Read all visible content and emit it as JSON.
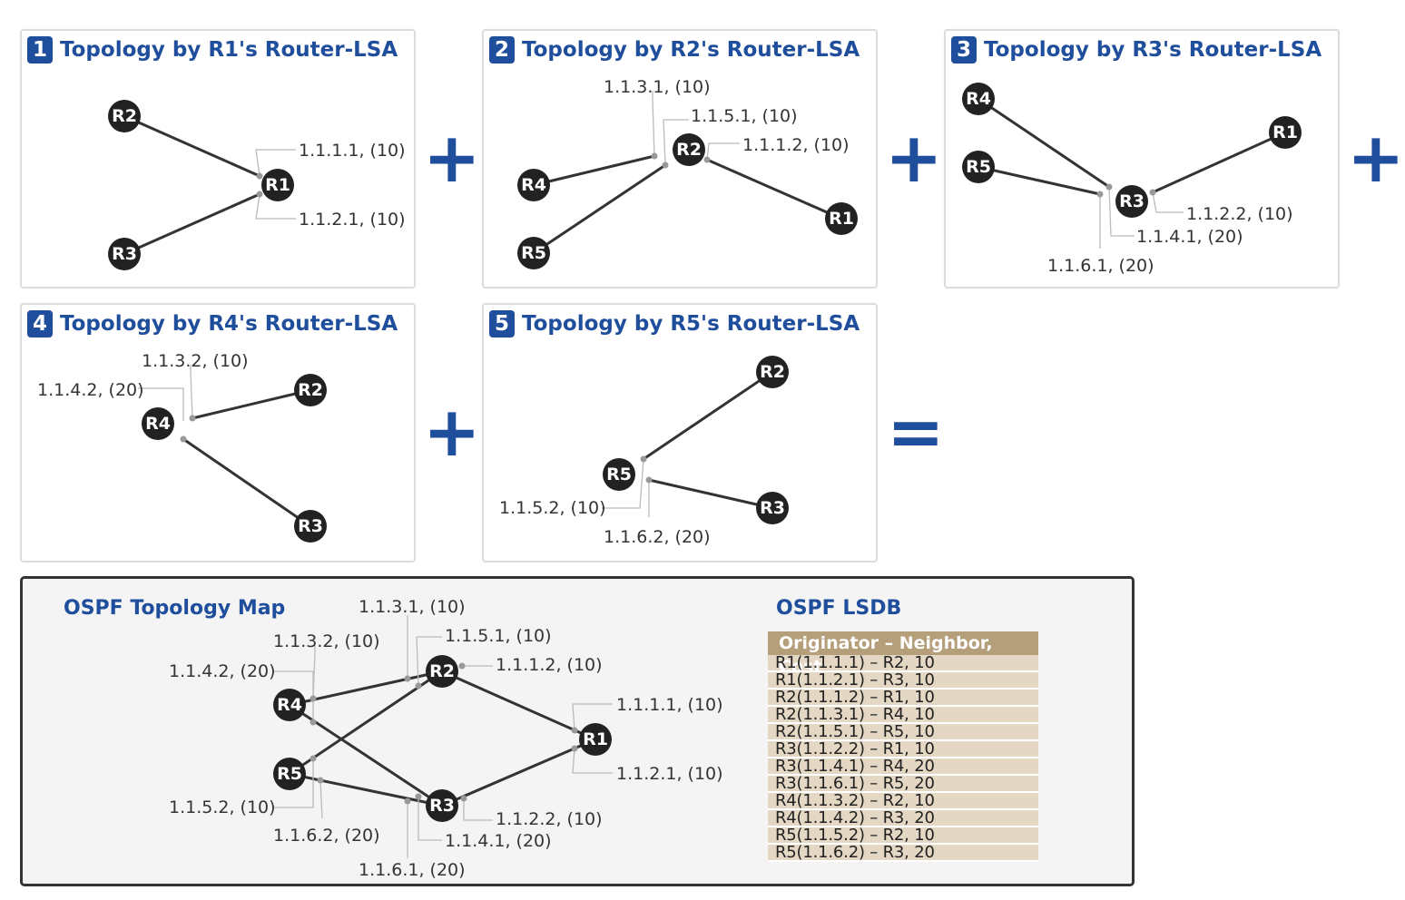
{
  "panels": [
    {
      "num": "1",
      "title": "Topology by R1's Router-LSA"
    },
    {
      "num": "2",
      "title": "Topology by R2's Router-LSA"
    },
    {
      "num": "3",
      "title": "Topology by R3's Router-LSA"
    },
    {
      "num": "4",
      "title": "Topology by R4's Router-LSA"
    },
    {
      "num": "5",
      "title": "Topology by R5's Router-LSA"
    }
  ],
  "operators": {
    "plus": "+",
    "equals": "="
  },
  "routers": {
    "r1": "R1",
    "r2": "R2",
    "r3": "R3",
    "r4": "R4",
    "r5": "R5"
  },
  "links": {
    "l1111": "1.1.1.1, (10)",
    "l1121": "1.1.2.1, (10)",
    "l1112": "1.1.1.2, (10)",
    "l1131": "1.1.3.1, (10)",
    "l1151": "1.1.5.1, (10)",
    "l1122": "1.1.2.2, (10)",
    "l1141": "1.1.4.1, (20)",
    "l1161": "1.1.6.1, (20)",
    "l1132": "1.1.3.2, (10)",
    "l1142": "1.1.4.2, (20)",
    "l1152": "1.1.5.2, (10)",
    "l1162": "1.1.6.2, (20)"
  },
  "map": {
    "title": "OSPF Topology Map",
    "lsdb_title": "OSPF LSDB",
    "lsdb_header": "Originator – Neighbor, Cost",
    "lsdb_rows": [
      "R1(1.1.1.1) – R2, 10",
      "R1(1.1.2.1) – R3, 10",
      "R2(1.1.1.2) – R1, 10",
      "R2(1.1.3.1) – R4, 10",
      "R2(1.1.5.1) – R5, 10",
      "R3(1.1.2.2) – R1, 10",
      "R3(1.1.4.1) – R4, 20",
      "R3(1.1.6.1) – R5, 20",
      "R4(1.1.3.2) – R2, 10",
      "R4(1.1.4.2) – R3, 20",
      "R5(1.1.5.2) – R2, 10",
      "R5(1.1.6.2) – R3, 20"
    ]
  },
  "colors": {
    "accent": "#1f4e9c",
    "node": "#222222",
    "lsdb_header": "#b59f7b",
    "lsdb_row": "#e4d8c4"
  }
}
